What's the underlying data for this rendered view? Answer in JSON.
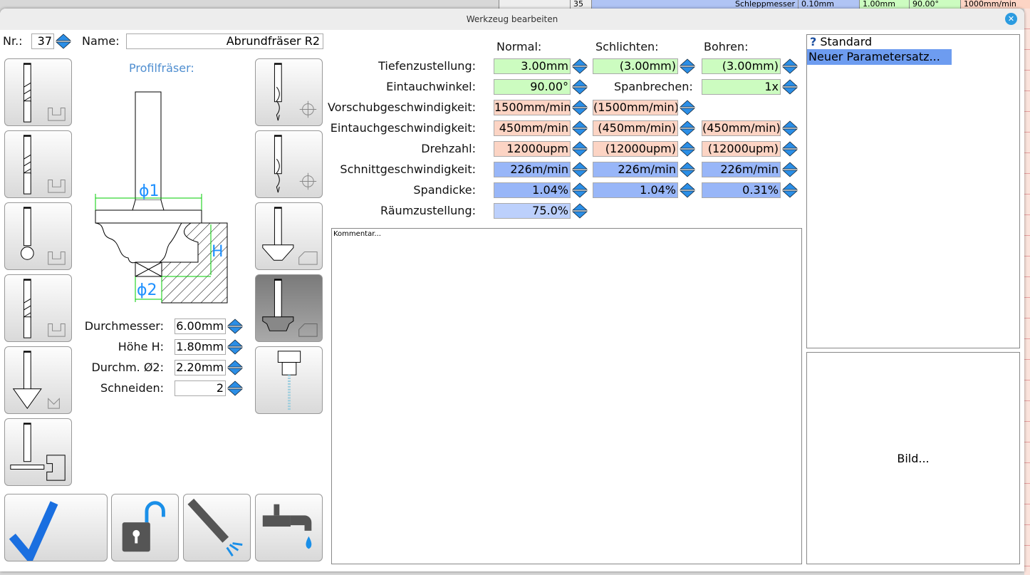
{
  "background_window": {
    "cells": [
      "35",
      "Schleppmesser",
      "0.10mm",
      "1.00mm",
      "90.00°",
      "1000mm/min"
    ]
  },
  "title": "Werkzeug bearbeiten",
  "close_icon": "close-icon",
  "nr_label": "Nr.:",
  "nr_value": "37",
  "name_label": "Name:",
  "name_value": "Abrundfräser R2",
  "tool_type": "Profilfräser:",
  "drawing": {
    "d1": "ϕ1",
    "d2": "ϕ2",
    "h": "H"
  },
  "dims": [
    {
      "label": "Durchmesser:",
      "value": "6.00mm"
    },
    {
      "label": "Höhe H:",
      "value": "1.80mm"
    },
    {
      "label": "Durchm. Ø2:",
      "value": "2.20mm"
    },
    {
      "label": "Schneiden:",
      "value": "2"
    }
  ],
  "columns": [
    "Normal:",
    "Schlichten:",
    "Bohren:"
  ],
  "params": [
    {
      "label": "Tiefenzustellung:",
      "values": [
        "3.00mm",
        "(3.00mm)",
        "(3.00mm)"
      ],
      "color": "green"
    },
    {
      "label": "Eintauchwinkel:",
      "values": [
        "90.00°",
        null,
        "1x"
      ],
      "mid_label": "Spanbrechen:",
      "color": "green"
    },
    {
      "label": "Vorschubgeschwindigkeit:",
      "values": [
        "1500mm/min",
        "(1500mm/min)",
        null
      ],
      "color": "orange"
    },
    {
      "label": "Eintauchgeschwindigkeit:",
      "values": [
        "450mm/min",
        "(450mm/min)",
        "(450mm/min)"
      ],
      "color": "orange"
    },
    {
      "label": "Drehzahl:",
      "values": [
        "12000upm",
        "(12000upm)",
        "(12000upm)"
      ],
      "color": "orange"
    },
    {
      "label": "Schnittgeschwindigkeit:",
      "values": [
        "226m/min",
        "226m/min",
        "226m/min"
      ],
      "color": "blue"
    },
    {
      "label": "Spandicke:",
      "values": [
        "1.04%",
        "1.04%",
        "0.31%"
      ],
      "color": "blue"
    },
    {
      "label": "Räumzustellung:",
      "values": [
        "75.0%",
        null,
        null
      ],
      "color": "lightblue"
    }
  ],
  "colors": {
    "green": "#ccfcc0",
    "orange": "#fcd4c4",
    "blue": "#98b6f8",
    "lightblue": "#bcd0fc",
    "accent": "#2b9be0",
    "selection": "#6d9cf0"
  },
  "comment_placeholder": "Kommentar...",
  "param_sets": [
    {
      "label": "Standard",
      "icon": "question-icon"
    },
    {
      "label": "Neuer Parametersatz...",
      "selected": true
    }
  ],
  "image_placeholder": "Bild..."
}
